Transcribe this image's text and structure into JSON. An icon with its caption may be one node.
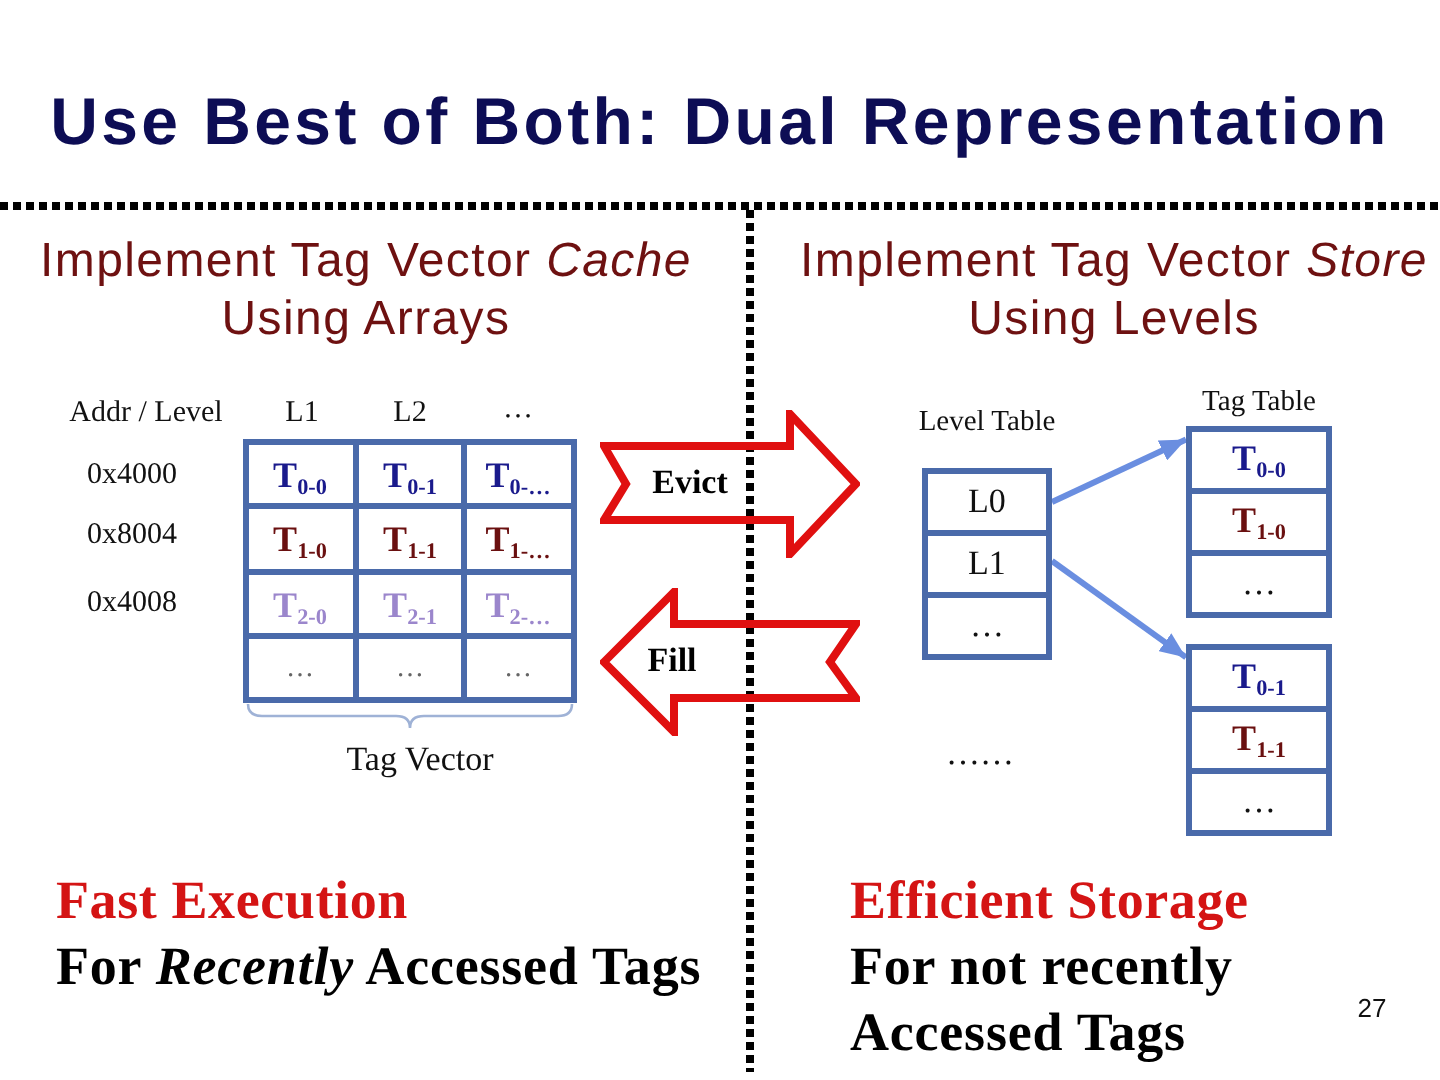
{
  "diagram": {
    "title": "Use Best of Both: Dual Representation",
    "nodes": [
      {
        "text": [
          "Evict"
        ]
      },
      {
        "text": [
          "Fill"
        ]
      },
      {
        "text": [
          "Level Table"
        ]
      },
      {
        "text": [
          "L0"
        ],
        "in": 2
      },
      {
        "text": [
          "L1"
        ],
        "in": 2
      },
      {
        "text": [
          "…"
        ],
        "in": 2
      },
      {
        "text": [
          "Tag Table"
        ]
      },
      {
        "text": [
          "T$_{0-0}$"
        ],
        "in": 6
      },
      {
        "text": [
          "T$_{1-0}$"
        ],
        "in": 6
      },
      {
        "text": [
          "…"
        ],
        "in": 6
      },
      {
        "text": [],
        "shape": "box"
      },
      {
        "text": [
          "T$_{0-1}$"
        ],
        "in": 10
      },
      {
        "text": [
          "T$_{1-1}$"
        ],
        "in": 10
      },
      {
        "text": [
          "…"
        ],
        "in": 10
      }
    ],
    "edges": [
      {
        "from": 3,
        "to": 6,
        "arrow": "to"
      },
      {
        "from": 4,
        "to": 10,
        "arrow": "to"
      }
    ],
    "labels": [
      "Implement Tag Vector *Cache* Using Arrays",
      "Implement Tag Vector *Store* Using Levels",
      "Addr / Level",
      "L1",
      "L2",
      "…",
      "0x4000",
      "T$_{0-0}$",
      "T$_{0-1}$",
      "T$_{0-…}$",
      "0x8004",
      "T$_{1-0}$",
      "T$_{1-1}$",
      "T$_{1-…}$",
      "0x4008",
      "T$_{2-0}$",
      "T$_{2-1}$",
      "T$_{2-…}$",
      "…",
      "…",
      "…",
      "Tag Vector",
      "……",
      "Fast Execution",
      "For *Recently* Accessed Tags",
      "Efficient Storage",
      "For not recently Accessed Tags",
      "27"
    ]
  }
}
